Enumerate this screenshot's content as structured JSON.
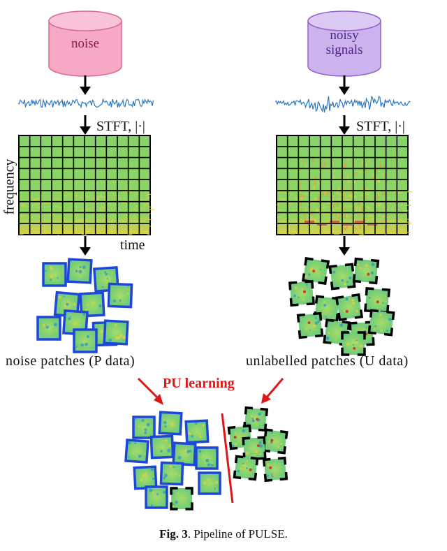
{
  "left_pipeline": {
    "source_label": "noise",
    "transform_label": "STFT, |·|",
    "y_axis_label": "frequency",
    "x_axis_label": "time",
    "patches_label": "noise patches (P data)"
  },
  "right_pipeline": {
    "source_label_line1": "noisy",
    "source_label_line2": "signals",
    "transform_label": "STFT, |·|",
    "patches_label": "unlabelled patches (U data)"
  },
  "merge": {
    "label": "PU learning"
  },
  "caption": {
    "prefix": "Fig. 3",
    "text": ". Pipeline of PULSE."
  },
  "colors": {
    "noise_db_fill": "#f7a8c4",
    "noise_db_stroke": "#d86a96",
    "signal_db_fill": "#cdb3ee",
    "signal_db_stroke": "#8f62cf",
    "waveform": "#2a78c0",
    "spectrogram_bg": "#7fd06a",
    "spectrogram_low": "#d9d24a",
    "patch_fill": "#7fcf6f",
    "p_border": "#1e46d8",
    "u_border": "#000000",
    "pu_accent": "#e01515",
    "arrow": "#000000"
  },
  "icons": [
    "database-icon",
    "waveform-icon",
    "spectrogram-icon",
    "patch-icon",
    "arrow-down-icon"
  ]
}
